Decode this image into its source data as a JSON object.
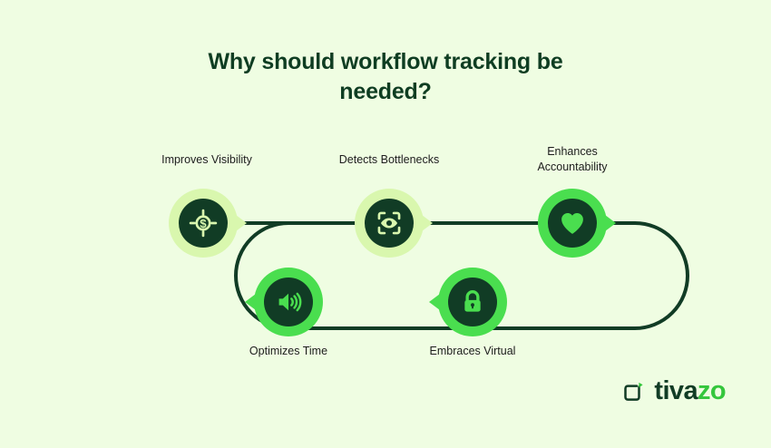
{
  "page": {
    "background_color": "#effde2",
    "title_line_1": "Why should workflow tracking be",
    "title_line_2": "needed?"
  },
  "colors": {
    "dark_green": "#113c25",
    "bright_green": "#4ade4f",
    "pale_green": "#d9f7ae",
    "label_text": "#1d1d1d",
    "title_text": "#0f3d22",
    "logo_green": "#34c63c"
  },
  "flow": {
    "nodes": [
      {
        "id": "improves-visibility",
        "label": "Improves Visibility",
        "icon": "dollar-target-icon",
        "ring_style": "pale",
        "arrow_side": "right",
        "row": "top",
        "order": 1
      },
      {
        "id": "detects-bottlenecks",
        "label": "Detects Bottlenecks",
        "icon": "eye-scan-icon",
        "ring_style": "pale",
        "arrow_side": "right",
        "row": "top",
        "order": 2
      },
      {
        "id": "enhances-accountability",
        "label": "Enhances\nAccountability",
        "icon": "heart-icon",
        "ring_style": "bright",
        "arrow_side": "right",
        "row": "top",
        "order": 3
      },
      {
        "id": "embraces-virtual",
        "label": "Embraces Virtual",
        "icon": "lock-icon",
        "ring_style": "bright",
        "arrow_side": "left",
        "row": "bottom",
        "order": 4
      },
      {
        "id": "optimizes-time",
        "label": "Optimizes Time",
        "icon": "speaker-volume-icon",
        "ring_style": "bright",
        "arrow_side": "left",
        "row": "bottom",
        "order": 5
      }
    ]
  },
  "logo": {
    "mark": "tivazo-bracket-icon",
    "word_dark": "tiva",
    "word_green": "zo"
  }
}
